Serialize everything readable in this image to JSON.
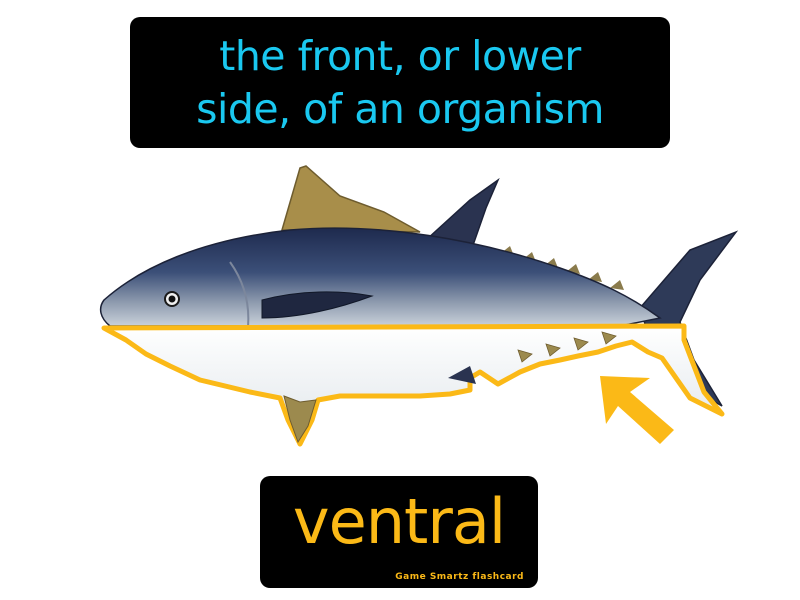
{
  "definition": {
    "line1": "the front, or lower",
    "line2": "side, of an organism",
    "color": "#1ac8f0"
  },
  "term": {
    "word": "ventral",
    "color": "#fbb917"
  },
  "brand": {
    "text": "Game Smartz flashcard",
    "color": "#fbb917"
  },
  "illustration": {
    "subject": "tuna-fish",
    "highlight_region": "ventral-side",
    "highlight_color": "#fbb917",
    "back_color": "#27345c",
    "belly_color": "#eef1f4",
    "fin_color": "#9c8a4e"
  }
}
